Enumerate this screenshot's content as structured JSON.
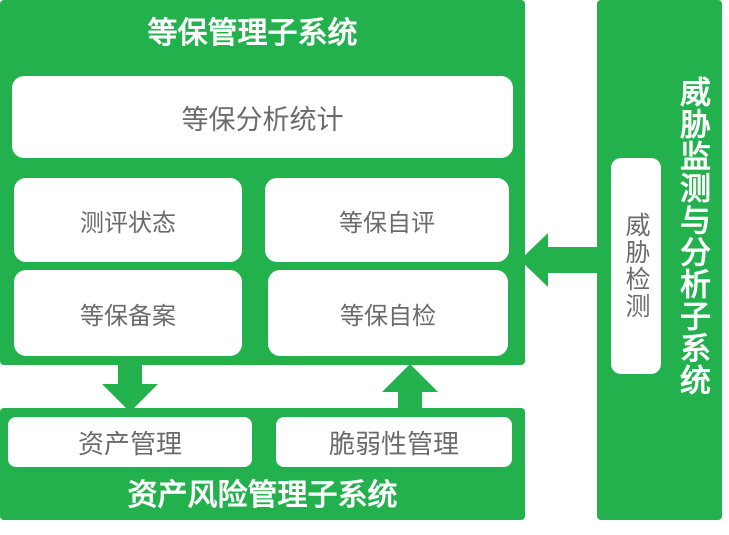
{
  "colors": {
    "green": "#22b14c",
    "card": "#ffffff",
    "card_text": "#6b6b6b",
    "title_text": "#ffffff"
  },
  "top_system": {
    "title": "等保管理子系统",
    "analysis": "等保分析统计",
    "cells": [
      "测评状态",
      "等保自评",
      "等保备案",
      "等保自检"
    ]
  },
  "bottom_system": {
    "title": "资产风险管理子系统",
    "cells": [
      "资产管理",
      "脆弱性管理"
    ]
  },
  "right_system": {
    "title": "威胁监测与分析子系统",
    "detect": "威胁检测"
  }
}
